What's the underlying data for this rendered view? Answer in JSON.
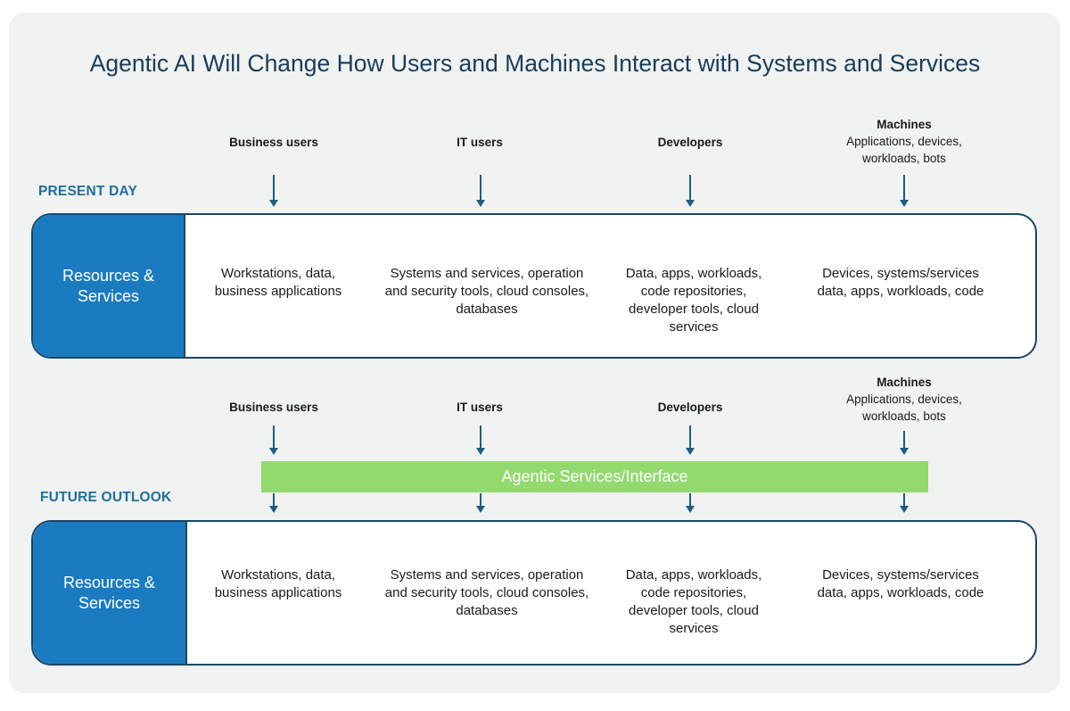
{
  "title": "Agentic AI Will Change How Users and Machines Interact with Systems and Services",
  "present": {
    "label": "PRESENT DAY",
    "actors": [
      {
        "name": "Business users",
        "sub": ""
      },
      {
        "name": "IT users",
        "sub": ""
      },
      {
        "name": "Developers",
        "sub": ""
      },
      {
        "name": "Machines",
        "sub": "Applications, devices, workloads, bots"
      }
    ],
    "header": "Resources & Services",
    "cells": [
      "Workstations, data, business applications",
      "Systems and services, operation and security tools, cloud consoles, databases",
      "Data, apps, workloads, code repositories, developer tools, cloud services",
      "Devices, systems/services data, apps, workloads, code"
    ]
  },
  "future": {
    "label": "FUTURE OUTLOOK",
    "actors": [
      {
        "name": "Business users",
        "sub": ""
      },
      {
        "name": "IT users",
        "sub": ""
      },
      {
        "name": "Developers",
        "sub": ""
      },
      {
        "name": "Machines",
        "sub": "Applications, devices, workloads, bots"
      }
    ],
    "agentic_label": "Agentic Services/Interface",
    "header": "Resources & Services",
    "cells": [
      "Workstations, data, business applications",
      "Systems and services, operation and security tools, cloud consoles, databases",
      "Data, apps, workloads, code repositories, developer tools, cloud services",
      "Devices, systems/services data, apps, workloads, code"
    ]
  },
  "colors": {
    "title": "#173d5a",
    "section_label": "#1b6fa0",
    "resources_header": "#1a7bc1",
    "agentic_bar": "#92d96e",
    "arrow": "#1d5c82"
  }
}
